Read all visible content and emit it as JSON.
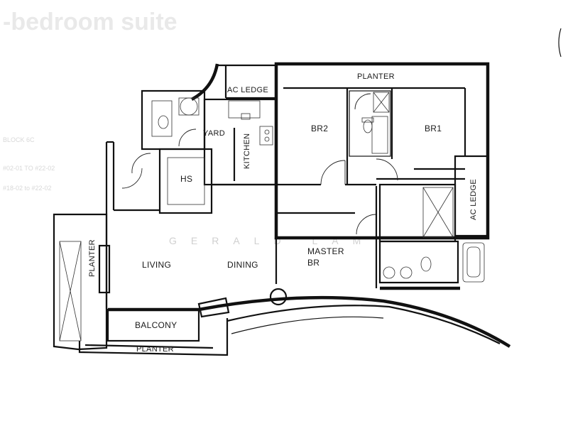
{
  "title": "-bedroom suite",
  "watermark": "GERALD LAM",
  "side_info": {
    "block": "BLOCK 6C",
    "line2": "#02-01 TO #22-02",
    "line3": "#18-02 to #22-02"
  },
  "rooms": {
    "planter_top": "PLANTER",
    "ac_ledge_top": "AC LEDGE",
    "yard": "YARD",
    "kitchen": "KITCHEN",
    "hs": "HS",
    "br2": "BR2",
    "br1": "BR1",
    "ac_ledge_right": "AC LEDGE",
    "living": "LIVING",
    "dining": "DINING",
    "master_line1": "MASTER",
    "master_line2": "BR",
    "planter_left": "PLANTER",
    "balcony": "BALCONY",
    "planter_bottom": "PLANTER"
  },
  "colors": {
    "wall": "#111111",
    "background": "#ffffff"
  }
}
